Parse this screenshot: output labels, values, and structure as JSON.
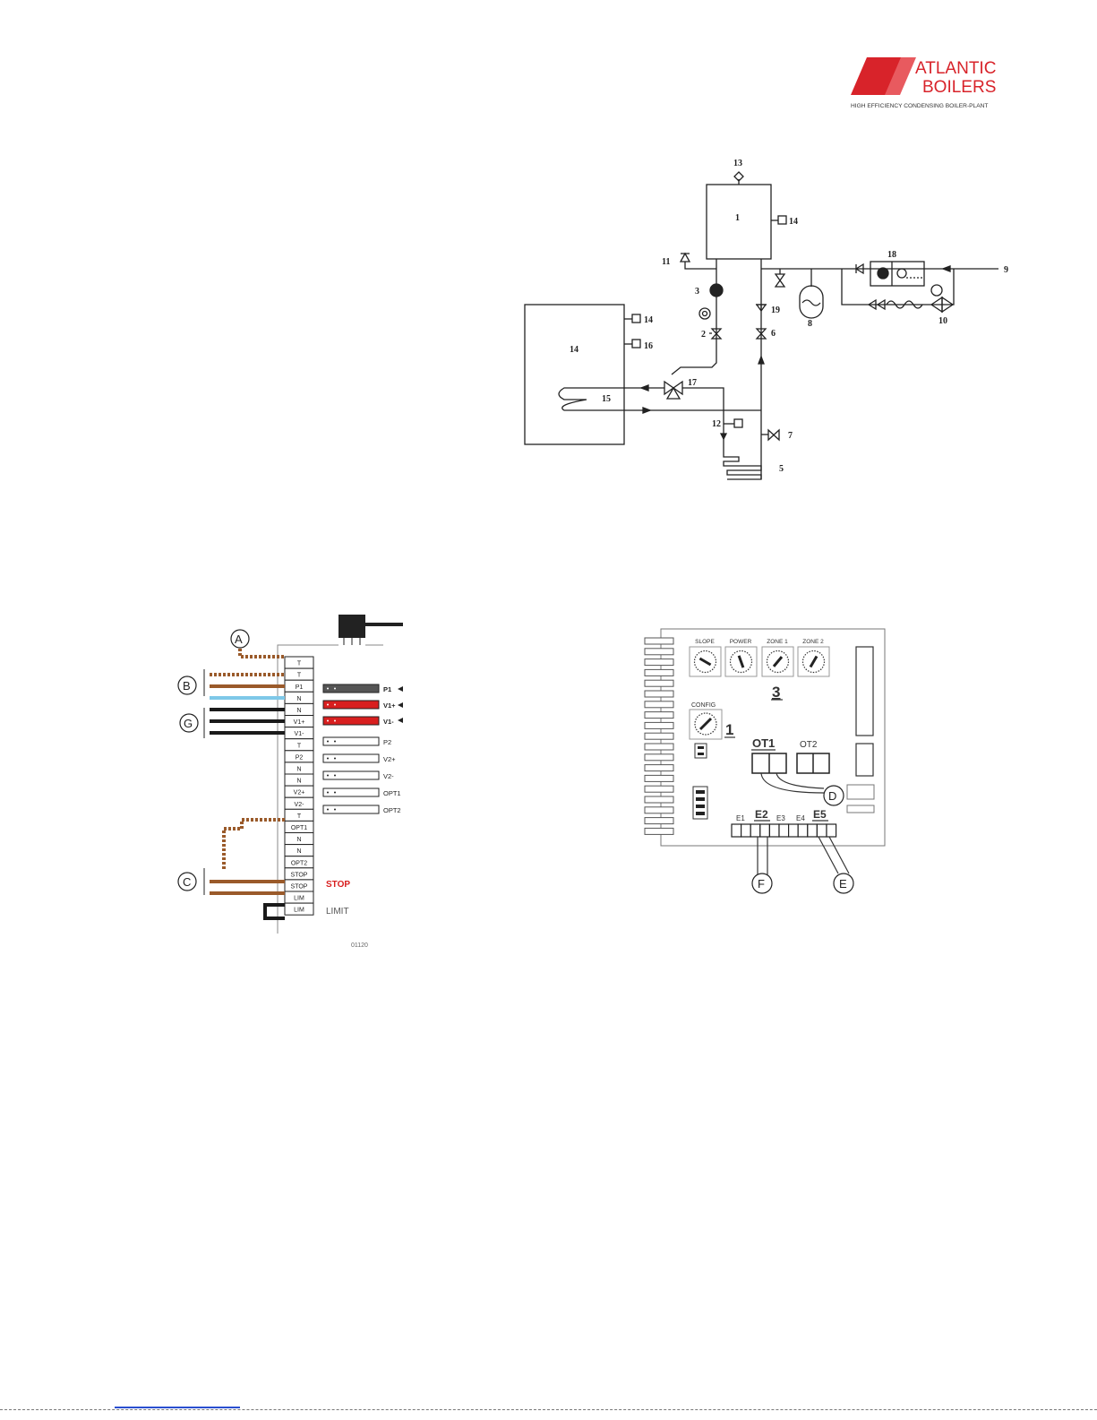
{
  "logo": {
    "brand_line1": "ATLANTIC",
    "brand_line2": "BOILERS",
    "tagline": "HIGH EFFICIENCY CONDENSING BOILER-PLANT",
    "brand_color": "#d8232a"
  },
  "hydraulic": {
    "labels": {
      "n1": "1",
      "n2": "2",
      "n3": "3",
      "n5": "5",
      "n6": "6",
      "n7": "7",
      "n8": "8",
      "n9": "9",
      "n10": "10",
      "n11": "11",
      "n12": "12",
      "n13": "13",
      "n14_top": "14",
      "n14_tank": "14",
      "n14_side": "14",
      "n15": "15",
      "n16": "16",
      "n17": "17",
      "n18": "18",
      "n19": "19"
    }
  },
  "wiring": {
    "callouts": {
      "a": "A",
      "b": "B",
      "c": "C",
      "g": "G"
    },
    "terminals": [
      "T",
      "T",
      "P1",
      "N",
      "N",
      "V1+",
      "V1-",
      "T",
      "P2",
      "N",
      "N",
      "V2+",
      "V2-",
      "T",
      "OPT1",
      "N",
      "N",
      "OPT2",
      "STOP",
      "STOP",
      "LIM",
      "LIM"
    ],
    "connectors": [
      "P1",
      "V1+",
      "V1-",
      "P2",
      "V2+",
      "V2-",
      "OPT1",
      "OPT2"
    ],
    "stop_label": "STOP",
    "limit_label": "LIMIT",
    "figure_code": "01120",
    "colors": {
      "brown": "#9a5a2a",
      "blue": "#7ec8e8",
      "red": "#d81f1f",
      "black": "#1a1a1a"
    }
  },
  "board": {
    "knobs": [
      "SLOPE",
      "POWER",
      "ZONE 1",
      "ZONE 2"
    ],
    "config_label": "CONFIG",
    "label_3": "3",
    "label_1": "1",
    "ot1": "OT1",
    "ot2": "OT2",
    "e_labels": {
      "e1": "E1",
      "e2": "E2",
      "e3": "E3",
      "e4": "E4",
      "e5": "E5"
    },
    "callouts": {
      "d": "D",
      "e": "E",
      "f": "F"
    }
  }
}
